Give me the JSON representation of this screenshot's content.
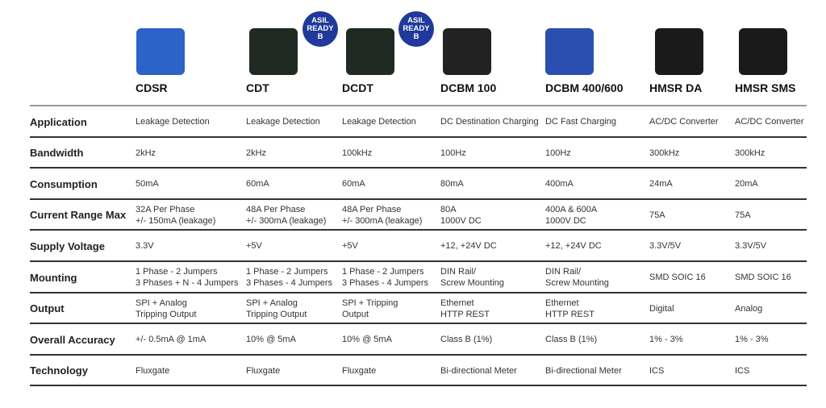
{
  "products": [
    {
      "name": "CDSR",
      "color": "#2b63c9"
    },
    {
      "name": "CDT",
      "color": "#1e2a22",
      "badge": [
        "ASIL",
        "READY",
        "B"
      ]
    },
    {
      "name": "DCDT",
      "color": "#1e2a22",
      "badge": [
        "ASIL",
        "READY",
        "B"
      ]
    },
    {
      "name": "DCBM 100",
      "color": "#222"
    },
    {
      "name": "DCBM 400/600",
      "color": "#2a4fb0"
    },
    {
      "name": "HMSR DA",
      "color": "#1a1a1a"
    },
    {
      "name": "HMSR SMS",
      "color": "#1a1a1a"
    }
  ],
  "rows": [
    {
      "label": "Application",
      "values": [
        "Leakage Detection",
        "Leakage Detection",
        "Leakage Detection",
        "DC Destination Charging",
        "DC Fast Charging",
        "AC/DC Converter",
        "AC/DC Converter"
      ]
    },
    {
      "label": "Bandwidth",
      "values": [
        "2kHz",
        "2kHz",
        "100kHz",
        "100Hz",
        "100Hz",
        " 300kHz",
        " 300kHz"
      ]
    },
    {
      "label": "Consumption",
      "values": [
        "50mA",
        "60mA",
        "60mA",
        "80mA",
        "400mA",
        "24mA",
        "20mA"
      ]
    },
    {
      "label": "Current Range Max",
      "values": [
        "32A Per Phase\n+/- 150mA (leakage)",
        "48A Per Phase\n+/- 300mA (leakage)",
        "48A Per Phase\n+/- 300mA (leakage)",
        "80A\n1000V DC",
        "400A & 600A\n1000V DC",
        "75A",
        "75A"
      ]
    },
    {
      "label": "Supply Voltage",
      "values": [
        "3.3V",
        "+5V",
        "+5V",
        "+12, +24V DC",
        "+12, +24V DC",
        "3.3V/5V",
        "3.3V/5V"
      ]
    },
    {
      "label": "Mounting",
      "values": [
        "1 Phase - 2 Jumpers\n3 Phases + N - 4 Jumpers",
        "1 Phase - 2 Jumpers\n3 Phases - 4 Jumpers",
        "1 Phase - 2 Jumpers\n3 Phases - 4 Jumpers",
        "DIN Rail/\nScrew Mounting",
        "DIN Rail/\nScrew Mounting",
        "SMD SOIC 16",
        "SMD SOIC 16"
      ]
    },
    {
      "label": "Output",
      "values": [
        "SPI + Analog\nTripping Output",
        "SPI + Analog\nTripping Output",
        "SPI + Tripping\nOutput",
        "Ethernet\nHTTP REST",
        "Ethernet\nHTTP REST",
        "Digital",
        "Analog"
      ]
    },
    {
      "label": "Overall Accuracy",
      "values": [
        "+/- 0.5mA @ 1mA",
        "10% @ 5mA",
        "10% @ 5mA",
        "Class B (1%)",
        "Class B (1%)",
        "1% - 3%",
        "1% - 3%"
      ]
    },
    {
      "label": "Technology",
      "values": [
        "Fluxgate",
        "Fluxgate",
        "Fluxgate",
        "Bi-directional Meter",
        "Bi-directional Meter",
        "ICS",
        "ICS"
      ]
    }
  ]
}
